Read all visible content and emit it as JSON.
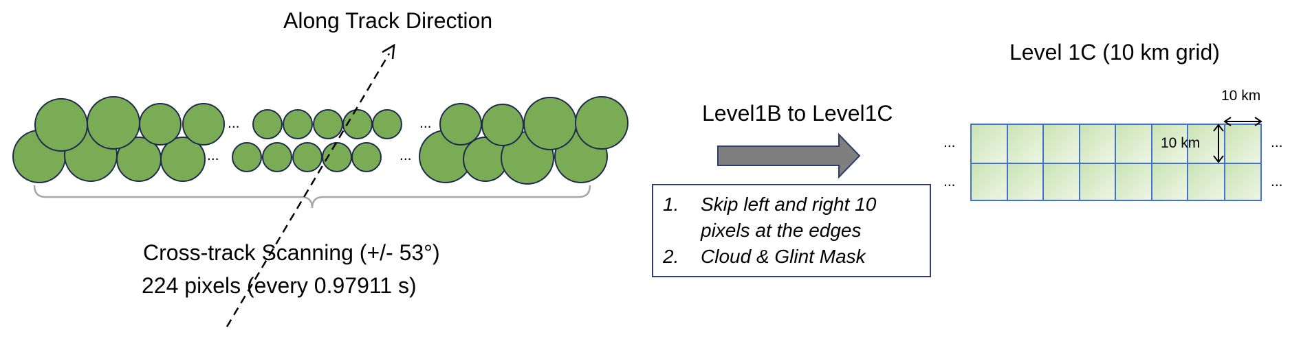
{
  "labels": {
    "along_track": "Along Track Direction",
    "cross_track_line1": "Cross-track Scanning (+/- 53°)",
    "cross_track_line2": "224 pixels (every 0.97911 s)",
    "conversion": "Level1B to Level1C",
    "grid_title": "Level 1C (10 km grid)",
    "km_horizontal": "10 km",
    "km_vertical": "10 km",
    "ellipsis": "..."
  },
  "steps": [
    {
      "number": "1.",
      "line1": "Skip left and right 10",
      "line2": "pixels at the edges"
    },
    {
      "number": "2.",
      "line1": "Cloud & Glint Mask"
    }
  ],
  "colors": {
    "footprint_fill": "#7aab55",
    "footprint_stroke": "#1e2a4e",
    "grid_border": "#4472c4",
    "grid_fill_start": "#c9e3b2",
    "grid_fill_end": "#eef6e6",
    "arrow_fill": "#7f7f7f",
    "brace": "#a6a6a6",
    "step_border": "#2f3c6e"
  },
  "grid": {
    "rows": 2,
    "columns": 8
  }
}
